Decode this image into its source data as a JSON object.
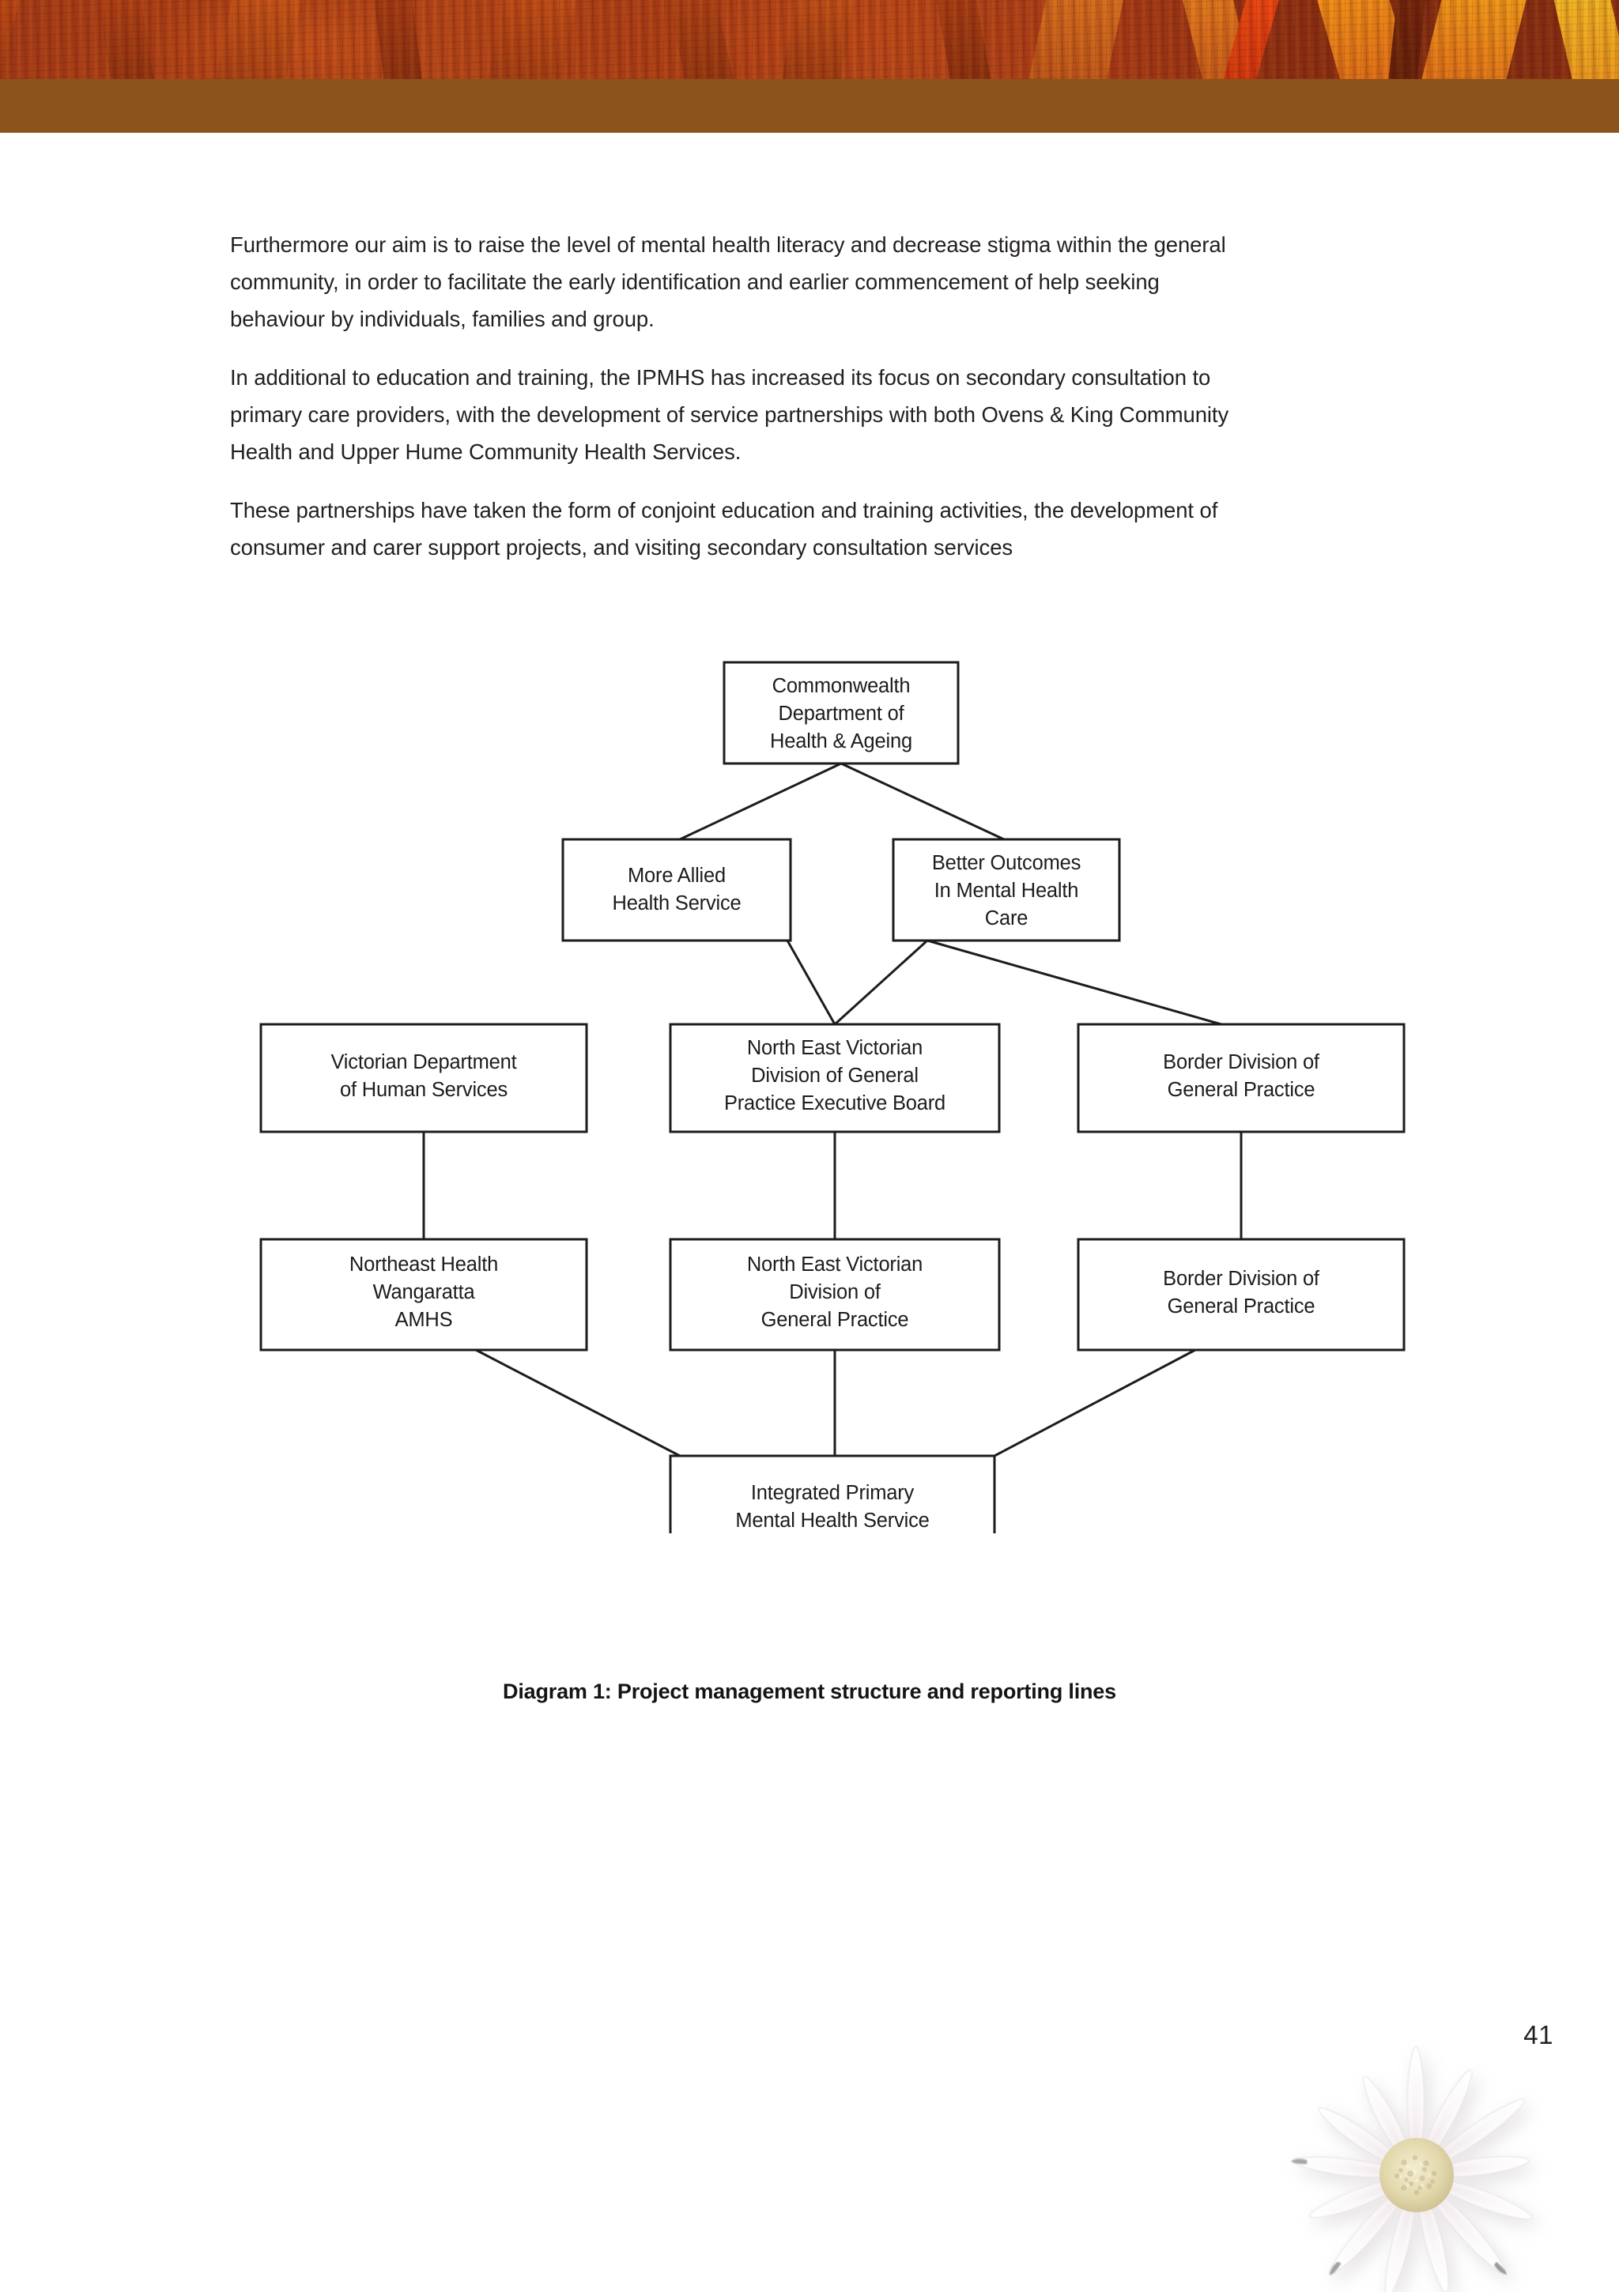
{
  "header": {
    "band_color": "#8a541a",
    "art_base_color": "#a93c18",
    "art_accent_color": "#f5a623"
  },
  "body": {
    "paragraphs": [
      "Furthermore our aim is to raise the level of mental health literacy and decrease stigma within the general community, in order to facilitate the early identification and earlier commencement of help seeking behaviour by individuals, families and group.",
      "In additional to education and training, the IPMHS has increased its focus on secondary consultation to primary care providers, with the development of service partnerships with both Ovens & King Community Health and Upper Hume Community Health Services.",
      "These partnerships have taken the form of conjoint education and training activities, the development of consumer and carer support projects, and visiting secondary consultation services"
    ]
  },
  "diagram": {
    "caption": "Diagram 1: Project management structure and reporting lines",
    "line_color": "#1c1c1c",
    "box_fill": "#ffffff",
    "nodes": [
      {
        "id": "commonwealth",
        "lines": [
          "Commonwealth",
          "Department of",
          "Health & Ageing"
        ],
        "row": 1
      },
      {
        "id": "more-allied-health-service",
        "lines": [
          "More Allied",
          "Health Service"
        ],
        "row": 2
      },
      {
        "id": "better-outcomes-in-mental-health-care",
        "lines": [
          "Better Outcomes",
          "In Mental Health",
          "Care"
        ],
        "row": 2
      },
      {
        "id": "victorian-department-of-human-services",
        "lines": [
          "Victorian Department",
          "of Human Services"
        ],
        "row": 3
      },
      {
        "id": "nevdgp-executive-board",
        "lines": [
          "North East Victorian",
          "Division of General",
          "Practice Executive Board"
        ],
        "row": 3
      },
      {
        "id": "border-division-of-general-practice-top",
        "lines": [
          "Border Division of",
          "General Practice"
        ],
        "row": 3
      },
      {
        "id": "northeast-health-wangaratta-amhs",
        "lines": [
          "Northeast Health",
          "Wangaratta",
          "AMHS"
        ],
        "row": 4
      },
      {
        "id": "nevdgp",
        "lines": [
          "North East Victorian",
          "Division of",
          "General Practice"
        ],
        "row": 4
      },
      {
        "id": "border-division-of-general-practice-bottom",
        "lines": [
          "Border Division of",
          "General Practice"
        ],
        "row": 4
      },
      {
        "id": "integrated-primary-mental-health-service",
        "lines": [
          "Integrated Primary",
          "Mental Health Service"
        ],
        "row": 5
      }
    ],
    "edges": [
      {
        "from": "commonwealth",
        "to": "more-allied-health-service"
      },
      {
        "from": "commonwealth",
        "to": "better-outcomes-in-mental-health-care"
      },
      {
        "from": "more-allied-health-service",
        "to": "nevdgp-executive-board"
      },
      {
        "from": "better-outcomes-in-mental-health-care",
        "to": "nevdgp-executive-board"
      },
      {
        "from": "better-outcomes-in-mental-health-care",
        "to": "border-division-of-general-practice-top"
      },
      {
        "from": "victorian-department-of-human-services",
        "to": "northeast-health-wangaratta-amhs"
      },
      {
        "from": "nevdgp-executive-board",
        "to": "nevdgp"
      },
      {
        "from": "border-division-of-general-practice-top",
        "to": "border-division-of-general-practice-bottom"
      },
      {
        "from": "northeast-health-wangaratta-amhs",
        "to": "integrated-primary-mental-health-service"
      },
      {
        "from": "nevdgp",
        "to": "integrated-primary-mental-health-service"
      },
      {
        "from": "border-division-of-general-practice-bottom",
        "to": "integrated-primary-mental-health-service"
      }
    ]
  },
  "footer": {
    "page_number": "41",
    "flower_petal_color": "#f7f4f5",
    "flower_center_color": "#ddd2a4"
  }
}
